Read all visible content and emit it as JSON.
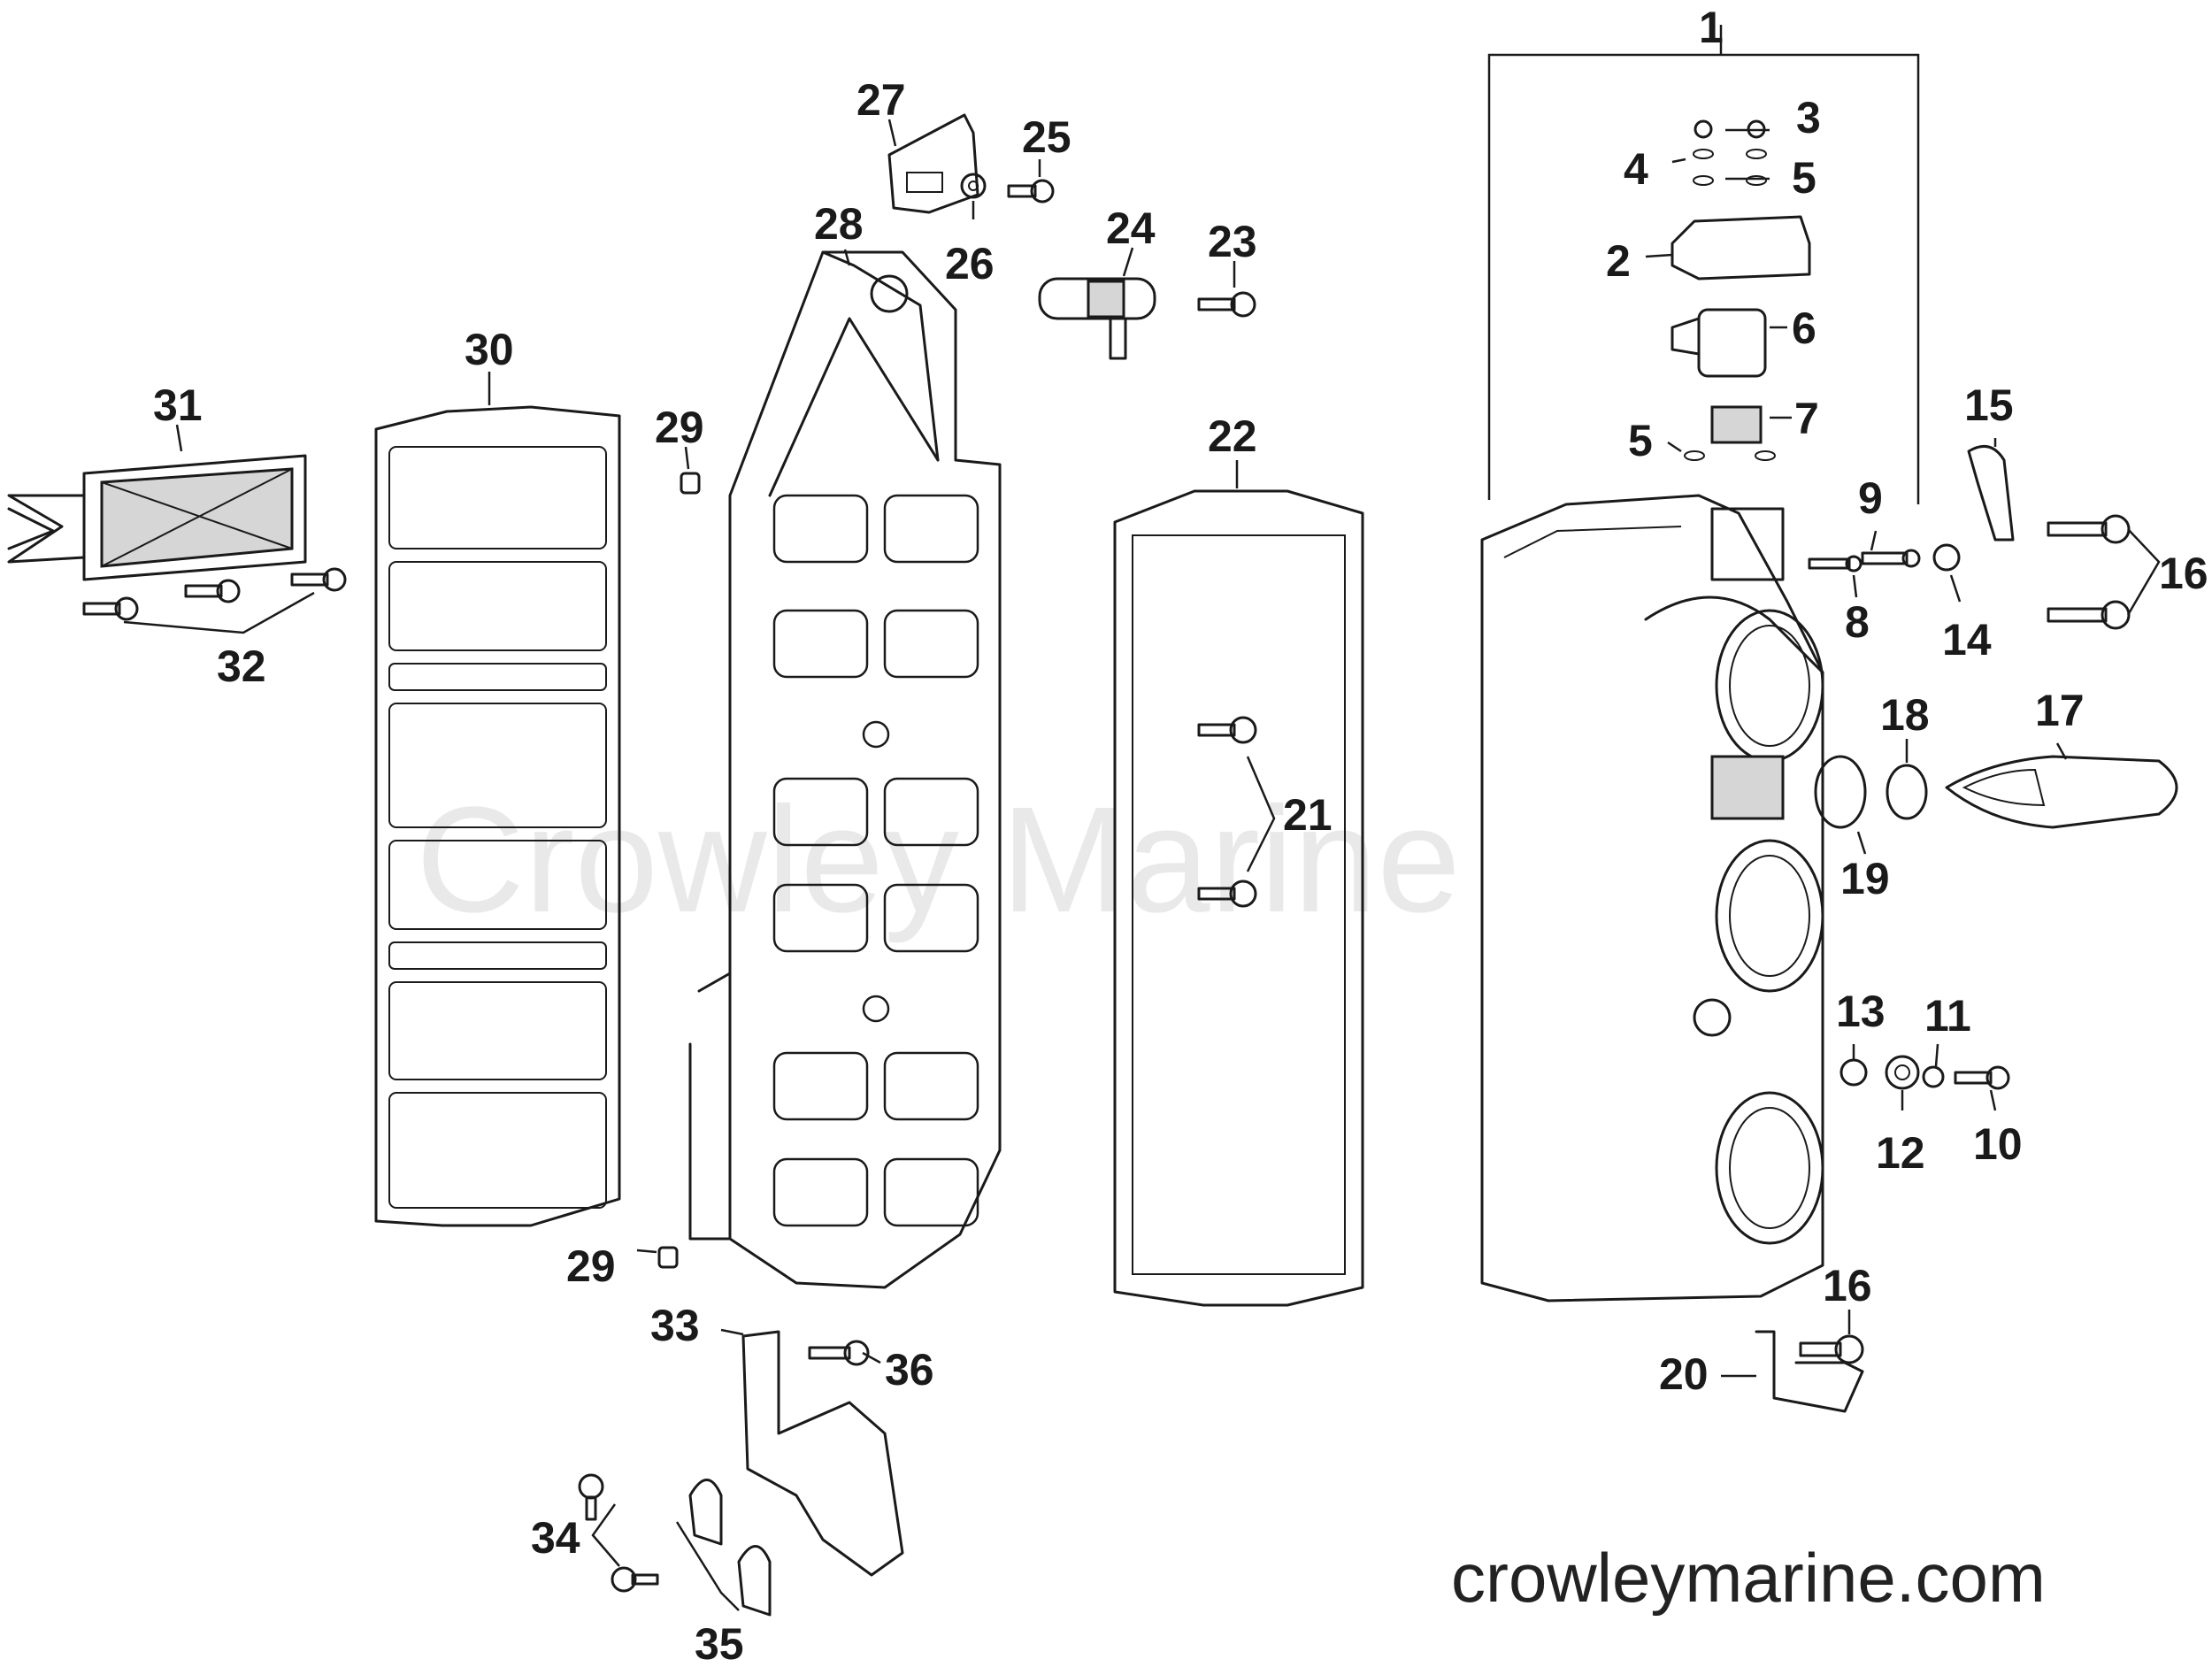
{
  "watermark": "Crowley Marine",
  "site_url": "crowleymarine.com",
  "callouts": [
    {
      "id": "1",
      "label": "1"
    },
    {
      "id": "2",
      "label": "2"
    },
    {
      "id": "3",
      "label": "3"
    },
    {
      "id": "4",
      "label": "4"
    },
    {
      "id": "5a",
      "label": "5"
    },
    {
      "id": "5b",
      "label": "5"
    },
    {
      "id": "6",
      "label": "6"
    },
    {
      "id": "7",
      "label": "7"
    },
    {
      "id": "8",
      "label": "8"
    },
    {
      "id": "9",
      "label": "9"
    },
    {
      "id": "10",
      "label": "10"
    },
    {
      "id": "11",
      "label": "11"
    },
    {
      "id": "12",
      "label": "12"
    },
    {
      "id": "13",
      "label": "13"
    },
    {
      "id": "14",
      "label": "14"
    },
    {
      "id": "15",
      "label": "15"
    },
    {
      "id": "16a",
      "label": "16"
    },
    {
      "id": "16b",
      "label": "16"
    },
    {
      "id": "17",
      "label": "17"
    },
    {
      "id": "18",
      "label": "18"
    },
    {
      "id": "19",
      "label": "19"
    },
    {
      "id": "20",
      "label": "20"
    },
    {
      "id": "21",
      "label": "21"
    },
    {
      "id": "22",
      "label": "22"
    },
    {
      "id": "23",
      "label": "23"
    },
    {
      "id": "24",
      "label": "24"
    },
    {
      "id": "25",
      "label": "25"
    },
    {
      "id": "26",
      "label": "26"
    },
    {
      "id": "27",
      "label": "27"
    },
    {
      "id": "28",
      "label": "28"
    },
    {
      "id": "29a",
      "label": "29"
    },
    {
      "id": "29b",
      "label": "29"
    },
    {
      "id": "30",
      "label": "30"
    },
    {
      "id": "31",
      "label": "31"
    },
    {
      "id": "32",
      "label": "32"
    },
    {
      "id": "33",
      "label": "33"
    },
    {
      "id": "34",
      "label": "34"
    },
    {
      "id": "35",
      "label": "35"
    },
    {
      "id": "36",
      "label": "36"
    }
  ]
}
